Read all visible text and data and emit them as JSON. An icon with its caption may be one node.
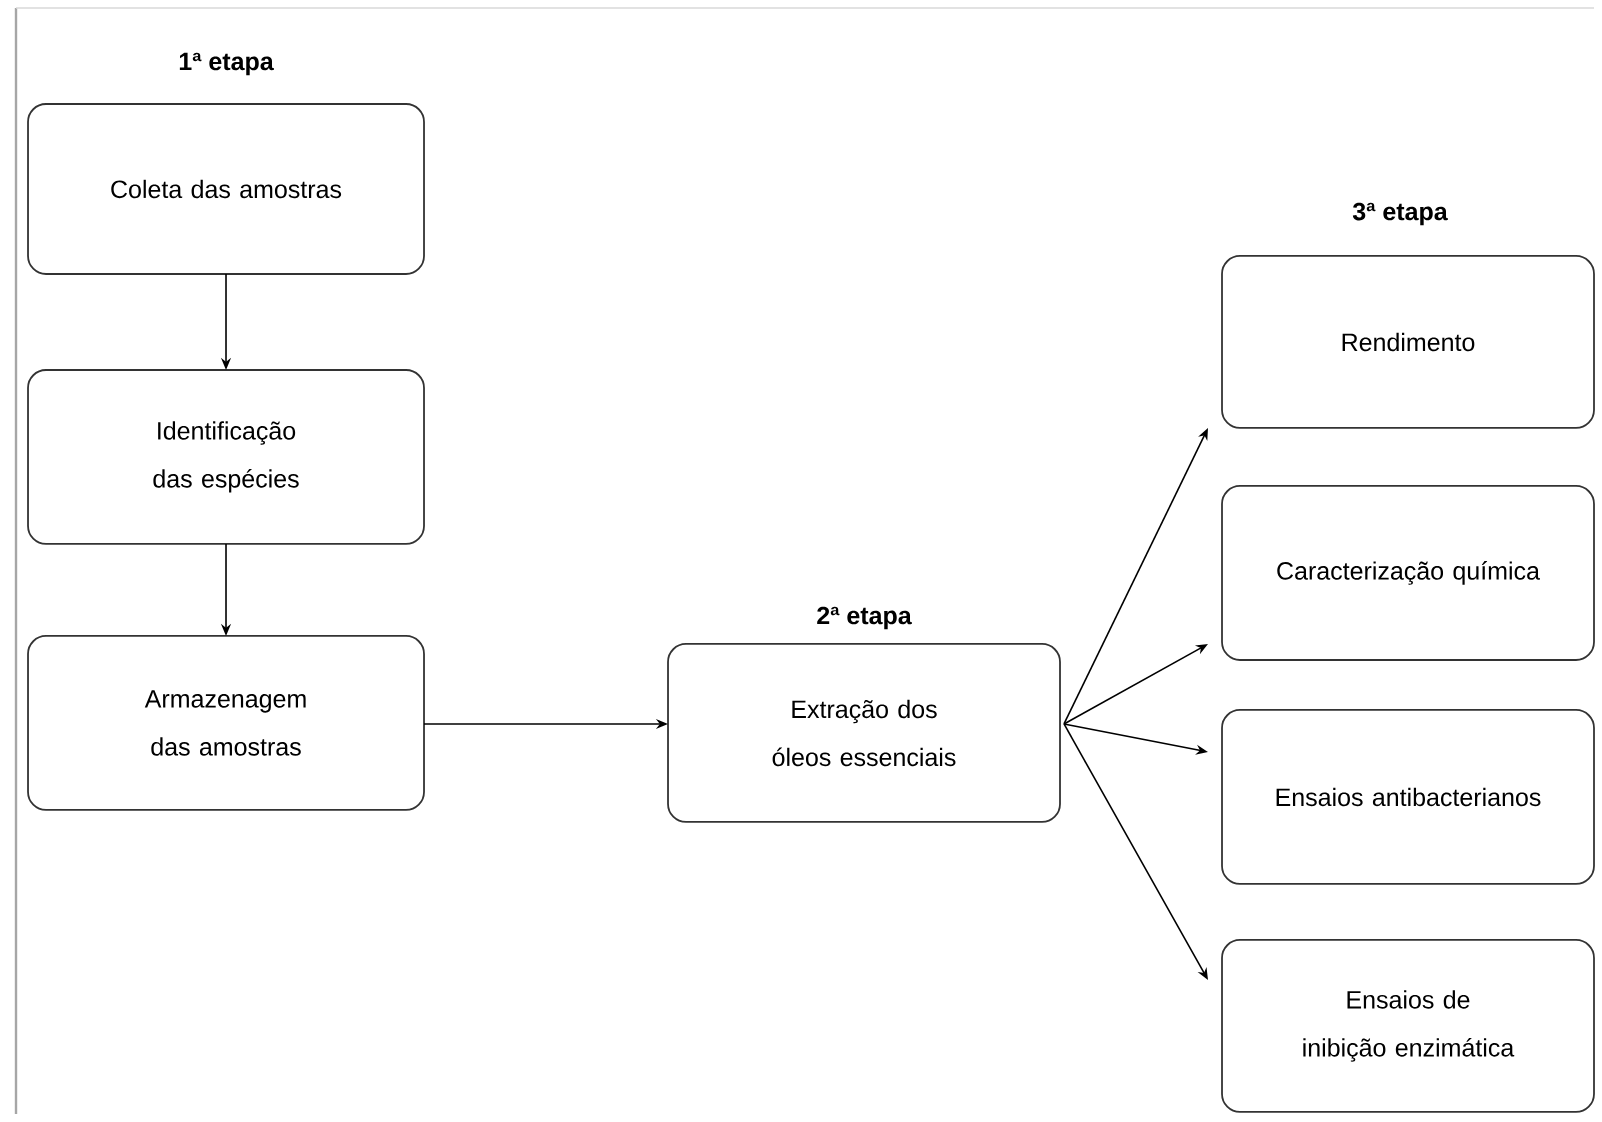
{
  "diagram": {
    "nodes": [
      {
        "text": [
          "Coleta das amostras"
        ]
      },
      {
        "text": [
          "Identificação das espécies"
        ]
      },
      {
        "text": [
          "Armazenagem das amostras"
        ]
      },
      {
        "text": [
          "Extração dos óleos essenciais"
        ]
      },
      {
        "text": [
          "Rendimento"
        ]
      },
      {
        "text": [
          "Caracterização química"
        ]
      },
      {
        "text": [
          "Ensaios antibacterianos"
        ]
      },
      {
        "text": [
          "Ensaios de inibição enzimática"
        ]
      }
    ],
    "edges": [
      {
        "from": 0,
        "to": 1,
        "arrow": "to"
      },
      {
        "from": 1,
        "to": 2,
        "arrow": "to"
      },
      {
        "from": 2,
        "to": 3,
        "arrow": "to"
      },
      {
        "from": 3,
        "to": 4,
        "arrow": "to"
      },
      {
        "from": 3,
        "to": 5,
        "arrow": "to"
      },
      {
        "from": 3,
        "to": 6,
        "arrow": "to"
      },
      {
        "from": 3,
        "to": 7,
        "arrow": "to"
      }
    ],
    "labels": [
      "1ª etapa",
      "3ª etapa",
      "2ª etapa"
    ]
  }
}
